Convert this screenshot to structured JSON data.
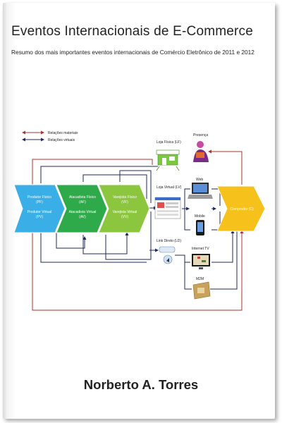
{
  "cover": {
    "title": "Eventos Internacionais de E-Commerce",
    "subtitle": "Resumo dos mais importantes eventos internacionais de Comércio Eletrônico de 2011 e 2012",
    "author": "Norberto A. Torres"
  },
  "diagram": {
    "legend": {
      "material": "Relações materiais",
      "virtual": "Relações virtuais",
      "material_color": "#b03030",
      "virtual_color": "#1e2a5a"
    },
    "stages": [
      {
        "line1": "Produtor Físico",
        "code1": "(PF)",
        "line2": "Produtor Virtual",
        "code2": "(PV)",
        "color": "#3aaee6"
      },
      {
        "line1": "Atacadista Físico",
        "code1": "(AF)",
        "line2": "Atacadista Virtual",
        "code2": "(AV)",
        "color": "#2eaa4a"
      },
      {
        "line1": "Varejista Físico",
        "code1": "(VF)",
        "line2": "Varejista Virtual",
        "code2": "(VV)",
        "color": "#8cc63f"
      }
    ],
    "channels": {
      "loja_fisica": "Loja Física (LF)",
      "loja_virtual": "Loja Virtual (LV)",
      "link_direto": "Link Direto (LD)"
    },
    "devices": {
      "presenca": "Presença",
      "web": "Web",
      "mobile": "Mobile",
      "internet_tv": "Internet TV",
      "m2m": "M2M"
    },
    "comprador": {
      "label": "Comprador (C)",
      "color": "#f5c11a"
    }
  }
}
